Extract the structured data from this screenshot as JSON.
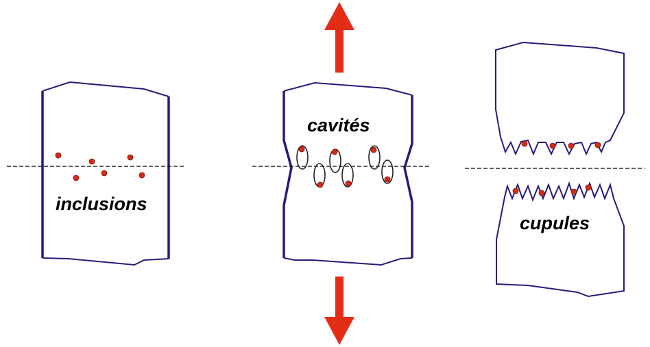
{
  "colors": {
    "outline": "#2a1a7a",
    "inclusion": "#d42a16",
    "arrow": "#e32d17",
    "dash": "#000000"
  },
  "labels": {
    "inclusions": "inclusions",
    "cavites": "cavités",
    "cupules": "cupules"
  },
  "panels": [
    {
      "stage": "inclusions",
      "label_key": "labels.inclusions"
    },
    {
      "stage": "cavites",
      "label_key": "labels.cavites",
      "arrows": [
        "up",
        "down"
      ]
    },
    {
      "stage": "cupules",
      "label_key": "labels.cupules"
    }
  ]
}
